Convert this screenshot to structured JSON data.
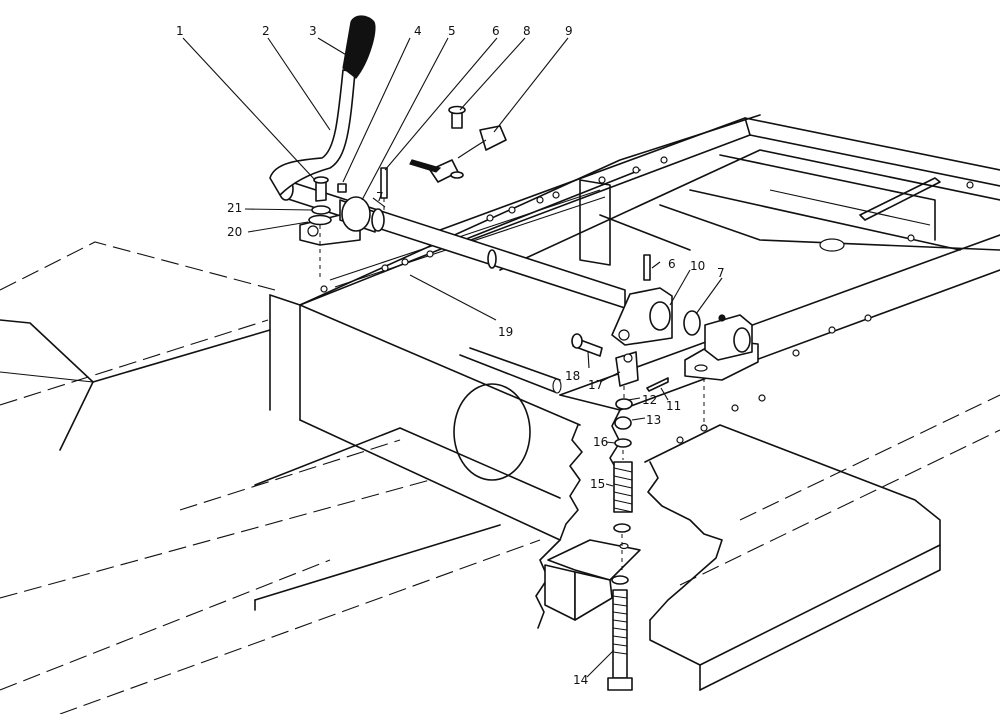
{
  "callouts": [
    {
      "id": "c1",
      "label": "1"
    },
    {
      "id": "c2",
      "label": "2"
    },
    {
      "id": "c3",
      "label": "3"
    },
    {
      "id": "c4",
      "label": "4"
    },
    {
      "id": "c5",
      "label": "5"
    },
    {
      "id": "c6a",
      "label": "6"
    },
    {
      "id": "c6b",
      "label": "6"
    },
    {
      "id": "c7a",
      "label": "7"
    },
    {
      "id": "c7b",
      "label": "7"
    },
    {
      "id": "c8",
      "label": "8"
    },
    {
      "id": "c9",
      "label": "9"
    },
    {
      "id": "c10",
      "label": "10"
    },
    {
      "id": "c11",
      "label": "11"
    },
    {
      "id": "c12",
      "label": "12"
    },
    {
      "id": "c13",
      "label": "13"
    },
    {
      "id": "c14",
      "label": "14"
    },
    {
      "id": "c15",
      "label": "15"
    },
    {
      "id": "c16",
      "label": "16"
    },
    {
      "id": "c17",
      "label": "17"
    },
    {
      "id": "c18",
      "label": "18"
    },
    {
      "id": "c19",
      "label": "19"
    },
    {
      "id": "c20",
      "label": "20"
    },
    {
      "id": "c21",
      "label": "21"
    }
  ]
}
